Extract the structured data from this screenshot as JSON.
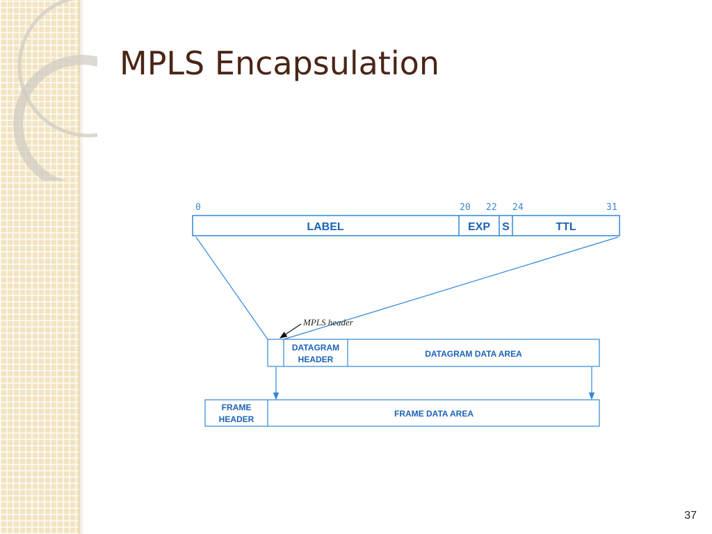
{
  "slide": {
    "title": "MPLS Encapsulation",
    "number": "37"
  },
  "header_format": {
    "bit_positions": [
      "0",
      "20",
      "22",
      "24",
      "31"
    ],
    "fields": {
      "label": "LABEL",
      "exp": "EXP",
      "s": "S",
      "ttl": "TTL"
    }
  },
  "datagram": {
    "annotation": "MPLS header",
    "header_line1": "DATAGRAM",
    "header_line2": "HEADER",
    "data_area": "DATAGRAM DATA AREA"
  },
  "frame": {
    "header_line1": "FRAME",
    "header_line2": "HEADER",
    "data_area": "FRAME DATA AREA"
  },
  "colors": {
    "diagram_blue": "#2f86d6",
    "label_blue": "#1a62b6",
    "title_brown": "#4a2516",
    "strip_beige": "#f2e4c2"
  }
}
